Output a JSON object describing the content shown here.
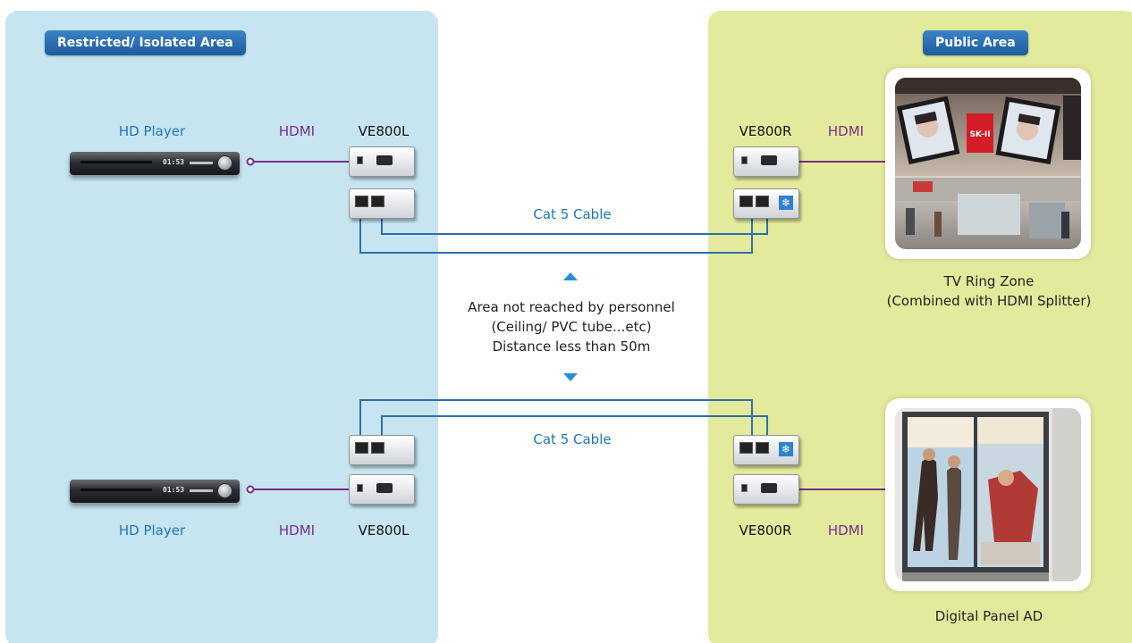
{
  "zones": {
    "restricted": {
      "label": "Restricted/ Isolated Area",
      "color": "#c6e5f0"
    },
    "public": {
      "label": "Public Area",
      "color": "#e3ea9c"
    }
  },
  "top_row": {
    "player_label": "HD Player",
    "player_display": "01:53",
    "hdmi_left": "HDMI",
    "transmitter": "VE800L",
    "receiver": "VE800R",
    "hdmi_right": "HDMI",
    "cable_label": "Cat 5 Cable"
  },
  "bottom_row": {
    "player_label": "HD Player",
    "player_display": "01:53",
    "hdmi_left": "HDMI",
    "transmitter": "VE800L",
    "receiver": "VE800R",
    "hdmi_right": "HDMI",
    "cable_label": "Cat 5 Cable"
  },
  "middle_note": {
    "line1": "Area not reached by personnel",
    "line2": "(Ceiling/ PVC tube...etc)",
    "line3": "Distance less than 50m"
  },
  "outputs": {
    "ring_zone_line1": "TV Ring Zone",
    "ring_zone_line2": "(Combined with HDMI Splitter)",
    "ring_sign": "SK-II",
    "panel_caption": "Digital Panel AD"
  },
  "colors": {
    "label_blue": "#1f75b9",
    "hdmi_purple": "#7b2c8b",
    "cable_blue": "#2b6fb0",
    "badge_blue": "#1c5c9e"
  }
}
